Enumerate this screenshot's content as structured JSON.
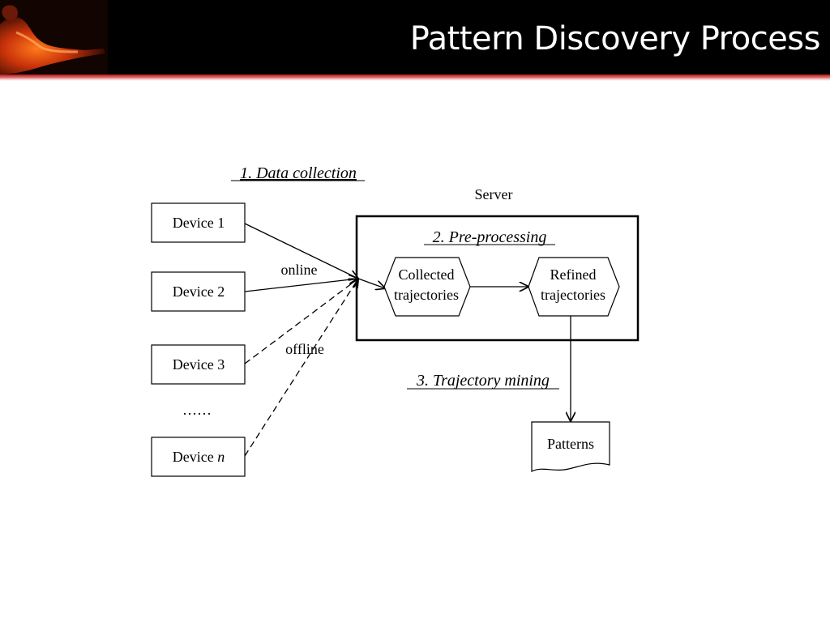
{
  "slide": {
    "title": "Pattern Discovery Process"
  },
  "diagram": {
    "stages": {
      "data_collection": "1. Data collection",
      "pre_processing": "2. Pre-processing",
      "trajectory_mining": "3. Trajectory mining"
    },
    "server_label": "Server",
    "devices": [
      "Device 1",
      "Device 2",
      "Device 3",
      "Device "
    ],
    "device_n_suffix": "n",
    "ellipsis": "……",
    "connection_labels": {
      "online": "online",
      "offline": "offline"
    },
    "nodes": {
      "collected": [
        "Collected",
        "trajectories"
      ],
      "refined": [
        "Refined",
        "trajectories"
      ],
      "patterns": "Patterns"
    }
  }
}
